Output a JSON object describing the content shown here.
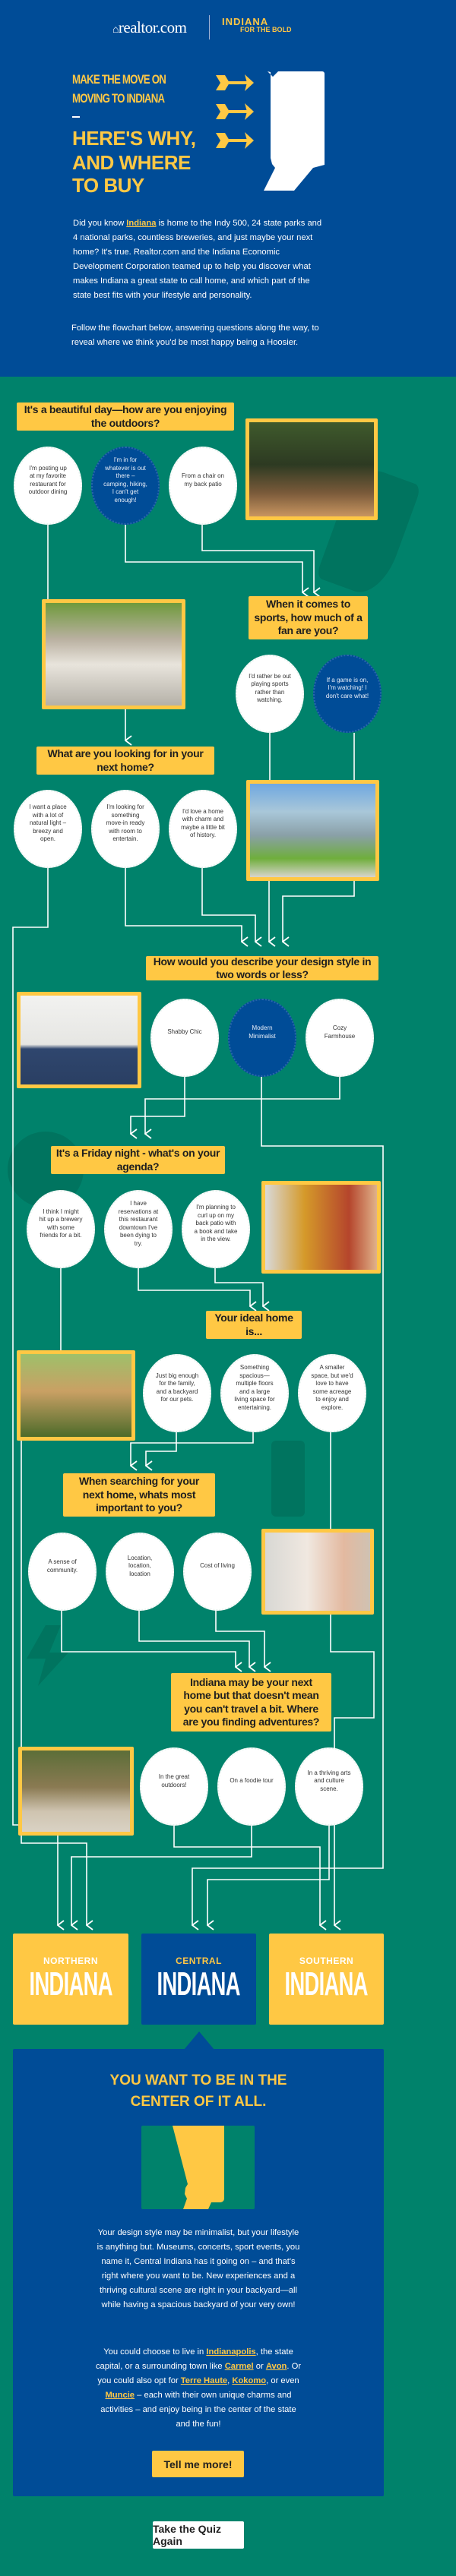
{
  "header": {
    "logo_realtor": "realtor.com",
    "logo_indiana_top": "INDIANA",
    "logo_indiana_bottom": "FOR THE BOLD",
    "title_line1": "MAKE THE MOVE ON",
    "title_line2": "MOVING TO INDIANA",
    "headline_line1": "HERE'S WHY,",
    "headline_line2": "AND WHERE",
    "headline_line3": "TO BUY"
  },
  "intro": {
    "p1_before": "Did you know ",
    "p1_link": "Indiana",
    "p1_after": " is home to the Indy 500, 24 state parks and 4 national parks, countless breweries, and just maybe your next home? It's true. Realtor.com and the Indiana Economic Development Corporation teamed up to help you discover what makes Indiana a great state to call home, and which part of the state best fits with your lifestyle and personality.",
    "p2": "Follow the flowchart below, answering questions along the way, to reveal where we think you'd be most happy being a Hoosier."
  },
  "questions": [
    {
      "text": "It's a beautiful day—how are you enjoying the outdoors?",
      "answers": [
        "I'm posting up at my favorite restaurant for outdoor dining",
        "I'm in for whatever is out there – camping, hiking, I can't get enough!",
        "From a chair on my back patio"
      ]
    },
    {
      "text": "When it comes to sports, how much of a fan are you?",
      "answers": [
        "I'd rather be out playing sports rather than watching.",
        "If a game is on, I'm watching! I don't care what!"
      ]
    },
    {
      "text": "What are you looking for in your next home?",
      "answers": [
        "I want a place with a lot of natural light – breezy and open.",
        "I'm looking for something move-in ready with room to entertain.",
        "I'd love a home with charm and maybe a little bit of history."
      ]
    },
    {
      "text": "How would you describe your design style in two words or less?",
      "answers": [
        "Shabby Chic",
        "Modern Minimalist",
        "Cozy Farmhouse"
      ]
    },
    {
      "text": "It's a Friday night - what's on your agenda?",
      "answers": [
        "I think I might hit up a brewery with some friends for a bit.",
        "I have reservations at this restaurant downtown I've been dying to try.",
        "I'm planning to curl up on my back patio with a book and take in the view."
      ]
    },
    {
      "text": "Your ideal home is...",
      "answers": [
        "Just big enough for the family, and a backyard for our pets.",
        "Something spacious—multiple floors and a large living space for entertaining.",
        "A smaller space, but we'd love to have some acreage to enjoy and explore."
      ]
    },
    {
      "text": "When searching for your next home, whats most important to you?",
      "answers": [
        "A sense of community.",
        "Location, location, location",
        "Cost of living"
      ]
    },
    {
      "text": "Indiana may be your next home but that doesn't mean you can't travel a bit. Where are you finding adventures?",
      "answers": [
        "In the great outdoors!",
        "On a foodie tour",
        "In a thriving arts and culture scene."
      ]
    }
  ],
  "results": [
    {
      "region": "NORTHERN",
      "state": "INDIANA",
      "selected": false
    },
    {
      "region": "CENTRAL",
      "state": "INDIANA",
      "selected": true
    },
    {
      "region": "SOUTHERN",
      "state": "INDIANA",
      "selected": false
    }
  ],
  "result_panel": {
    "heading_line1": "YOU WANT TO BE IN THE",
    "heading_line2": "CENTER OF IT ALL.",
    "p1": "Your design style may be minimalist, but your lifestyle is anything but. Museums, concerts, sport events, you name it, Central Indiana has it going on – and that's right where you want to be. New experiences and a thriving cultural scene are right in your backyard—all while having a spacious backyard of your very own!",
    "p2": {
      "t1": "You could choose to live in ",
      "l1": "Indianapolis",
      "t2": ", the state capital, or a surrounding town like ",
      "l2": "Carmel",
      "t3": " or ",
      "l3": "Avon",
      "t4": ". Or you could also opt for ",
      "l4": "Terre Haute",
      "t5": ", ",
      "l5": "Kokomo",
      "t6": ", or even ",
      "l6": "Muncie",
      "t7": " – each with their own unique charms and activities – and enjoy being in the center of the state and the fun!"
    },
    "cta": "Tell me more!"
  },
  "retake": "Take the Quiz Again",
  "colors": {
    "blue": "#004c97",
    "yellow": "#ffc844",
    "green": "#00826b",
    "white": "#ffffff"
  }
}
